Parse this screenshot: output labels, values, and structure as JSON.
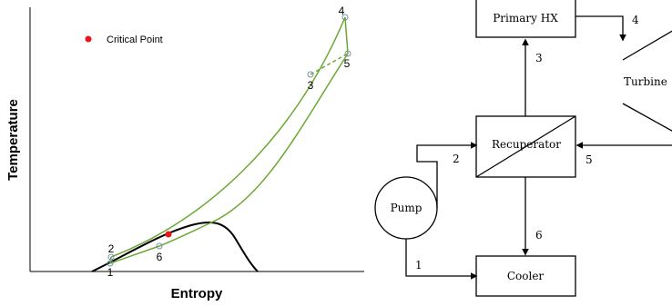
{
  "ts_diagram": {
    "ylabel": "Temperature",
    "xlabel": "Entropy",
    "legend_label": "Critical Point",
    "colors": {
      "cycle": "#6aa832",
      "dome": "#000000",
      "critical": "#e8141e",
      "state_marker": "#7a8fb0"
    },
    "state_labels": [
      "1",
      "2",
      "3",
      "4",
      "5",
      "6"
    ]
  },
  "schematic": {
    "components": {
      "primary_hx": "Primary HX",
      "recuperator": "Recuperator",
      "pump": "Pump",
      "cooler": "Cooler",
      "turbine": "Turbine"
    },
    "stream_labels": [
      "1",
      "2",
      "3",
      "4",
      "5",
      "6"
    ]
  }
}
